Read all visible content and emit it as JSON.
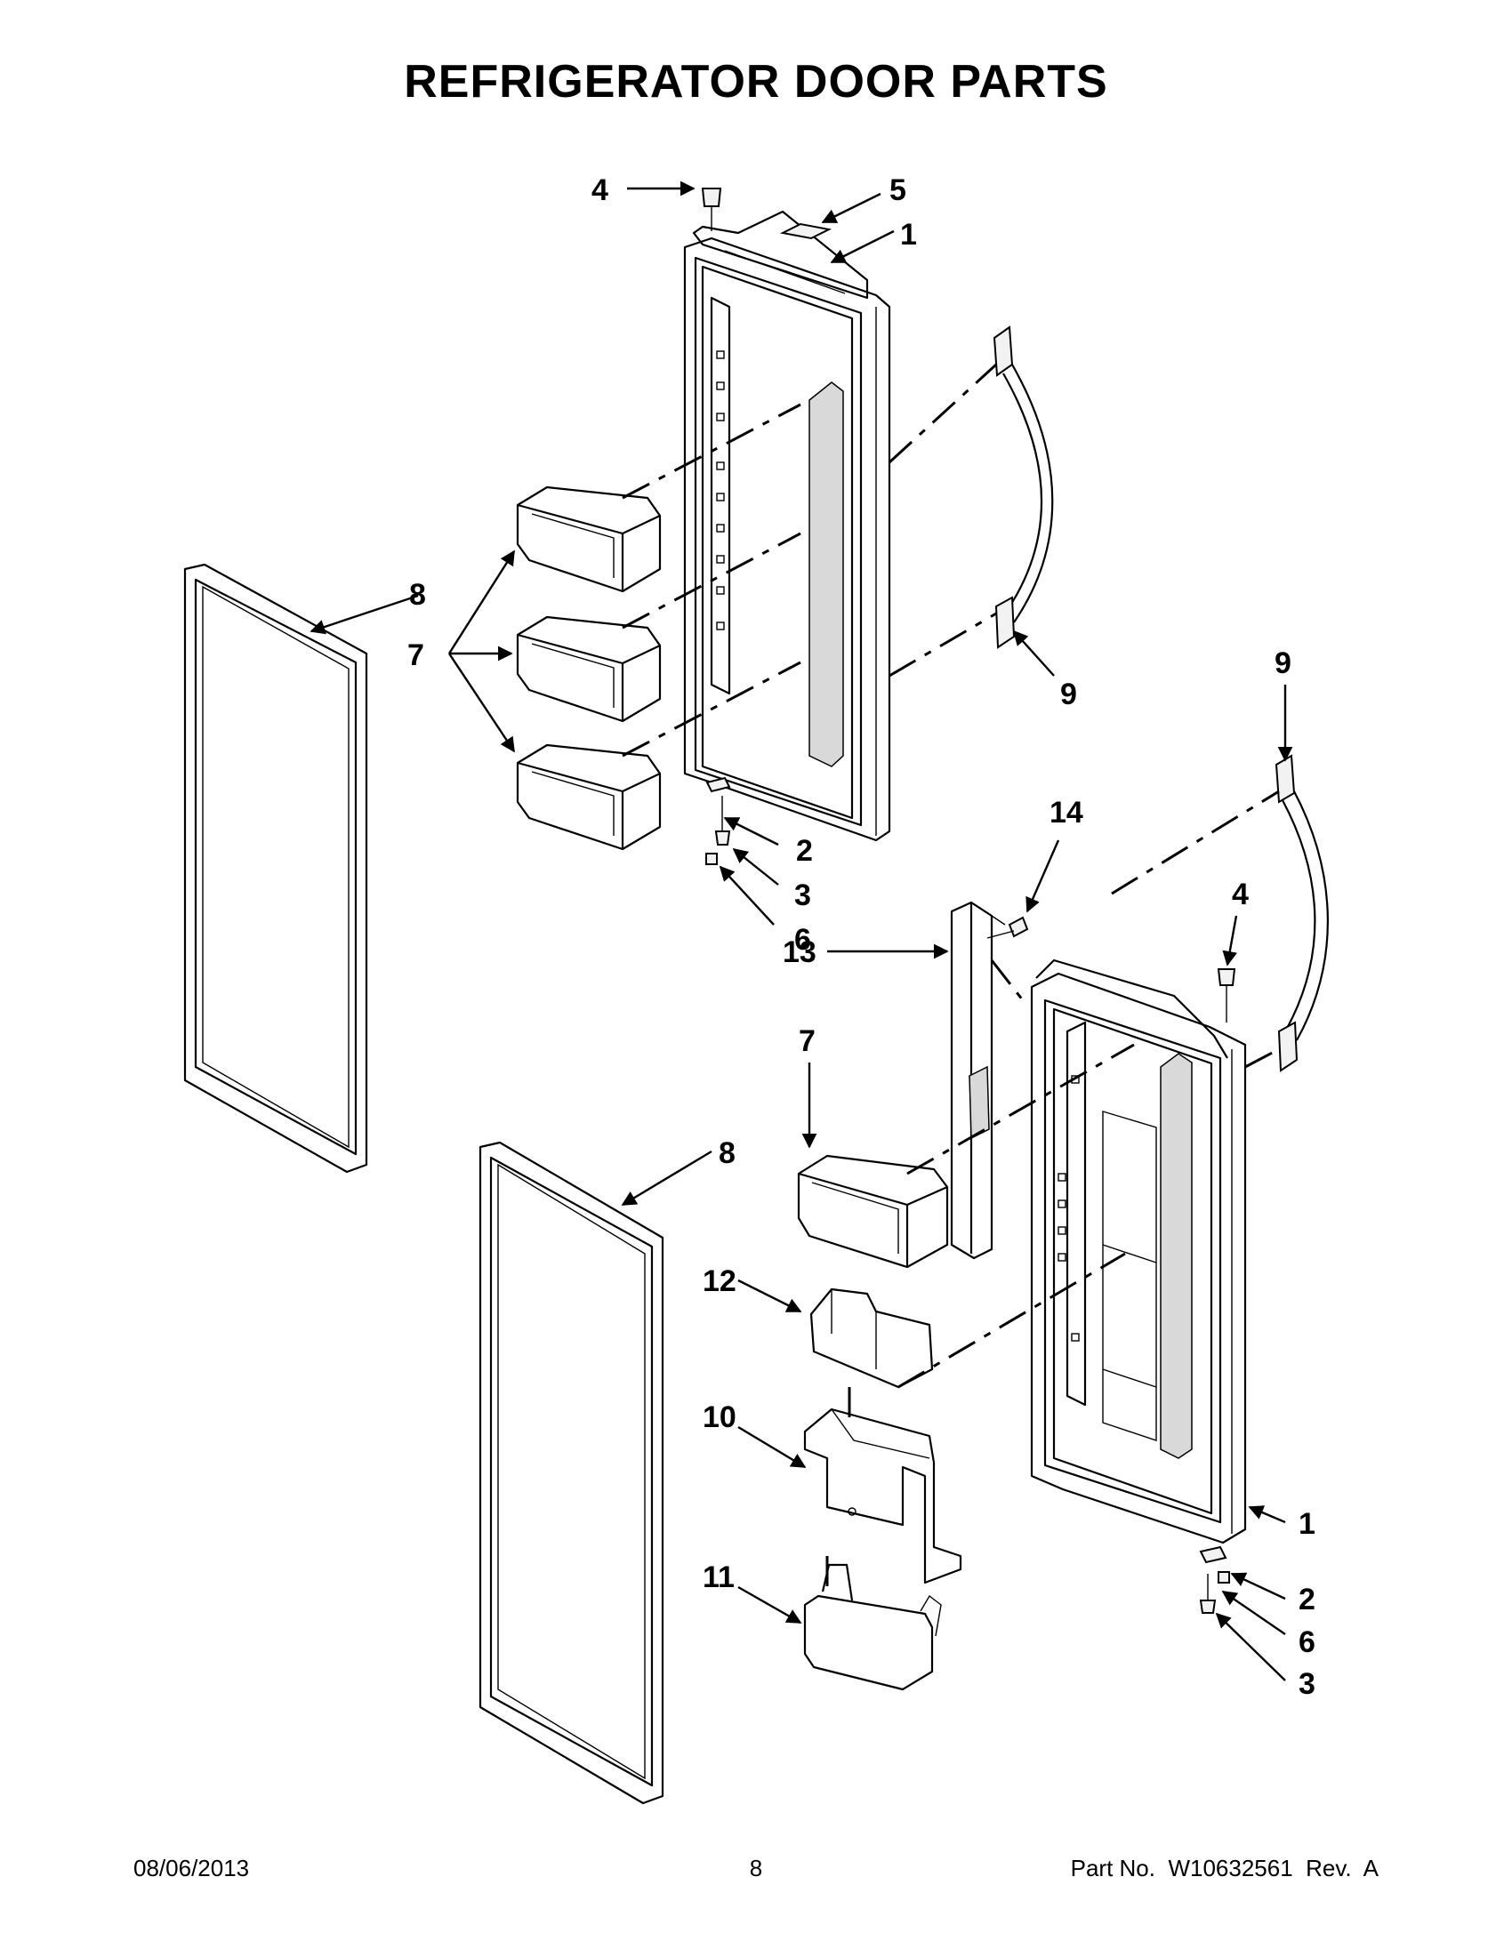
{
  "title": "REFRIGERATOR DOOR PARTS",
  "callouts": {
    "c4a": "4",
    "c5": "5",
    "c1a": "1",
    "c8a": "8",
    "c7a": "7",
    "c9a": "9",
    "c2a": "2",
    "c3a": "3",
    "c6a": "6",
    "c9b": "9",
    "c14": "14",
    "c4b": "4",
    "c13": "13",
    "c7b": "7",
    "c8b": "8",
    "c12": "12",
    "c10": "10",
    "c11": "11",
    "c1b": "1",
    "c2b": "2",
    "c6b": "6",
    "c3b": "3"
  },
  "footer": {
    "date": "08/06/2013",
    "page": "8",
    "part_no": "Part No.  W10632561  Rev.  A"
  }
}
